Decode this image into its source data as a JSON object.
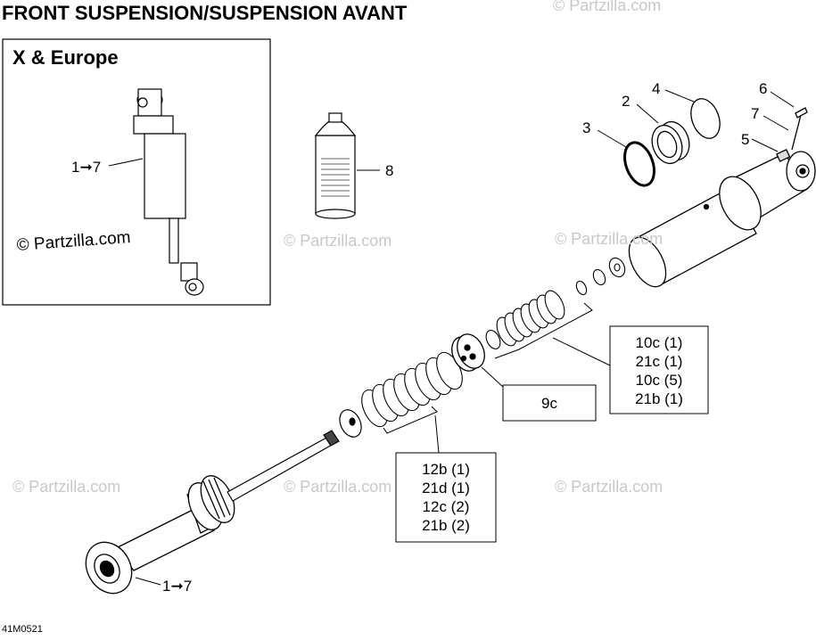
{
  "title": "FRONT SUSPENSION/SUSPENSION AVANT",
  "inset": {
    "title": "X & Europe",
    "label": "1➞7",
    "watermark": "© Partzilla.com"
  },
  "callouts": [
    "1➞7",
    "2",
    "3",
    "4",
    "5",
    "6",
    "7",
    "8"
  ],
  "part_boxes": {
    "box_9c": [
      "9c"
    ],
    "box_10c": [
      "10c (1)",
      "21c (1)",
      "10c (5)",
      "21b (1)"
    ],
    "box_12b": [
      "12b (1)",
      "21d (1)",
      "12c (2)",
      "21b (2)"
    ]
  },
  "watermark": "© Partzilla.com",
  "diagram_code": "41M0521"
}
